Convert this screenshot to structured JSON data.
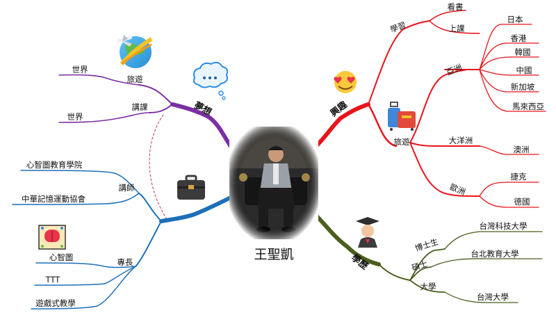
{
  "center": {
    "name": "王聖凱"
  },
  "branches": {
    "dream": {
      "label": "夢想",
      "color": "#7b2fa3",
      "children": [
        {
          "label": "旅遊",
          "child": "世界"
        },
        {
          "label": "講課",
          "child": "世界"
        }
      ]
    },
    "interest": {
      "label": "興趣",
      "color": "#e8141b",
      "learn": {
        "label": "學習",
        "children": [
          "看書",
          "上課"
        ]
      },
      "travel": {
        "label": "旅遊",
        "asia": {
          "label": "亞洲",
          "children": [
            "日本",
            "香港",
            "韓國",
            "中國",
            "新加坡",
            "馬來西亞"
          ]
        },
        "oceania": {
          "label": "大洋洲",
          "children": [
            "澳洲"
          ]
        },
        "europe": {
          "label": "歐洲",
          "children": [
            "捷克",
            "德國"
          ]
        }
      }
    },
    "work": {
      "color": "#1d6fb8",
      "lecturer": {
        "label": "講師",
        "children": [
          "心智圖教育學院",
          "中華記憶運動協會"
        ]
      },
      "skills": {
        "label": "專長",
        "children": [
          "心智圖",
          "TTT",
          "遊戲式教學"
        ]
      }
    },
    "education": {
      "label": "學歷",
      "color": "#4b5e1f",
      "degrees": [
        {
          "label": "博士生",
          "child": "台灣科技大學"
        },
        {
          "label": "碩士",
          "child": "台北教育大學"
        },
        {
          "label": "大學",
          "child": "台灣大學"
        }
      ]
    }
  },
  "icons": [
    "airplane-globe-icon",
    "thought-cloud-icon",
    "heart-eyes-emoji-icon",
    "luggage-icon",
    "briefcase-icon",
    "graduate-icon",
    "mindmap-brain-icon"
  ]
}
